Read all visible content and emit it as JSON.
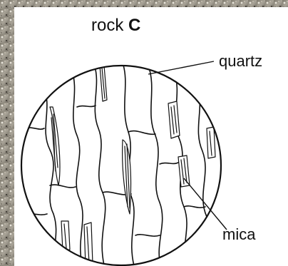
{
  "diagram": {
    "title_prefix": "rock",
    "title_letter": "C",
    "labels": {
      "quartz": "quartz",
      "mica": "mica"
    }
  }
}
